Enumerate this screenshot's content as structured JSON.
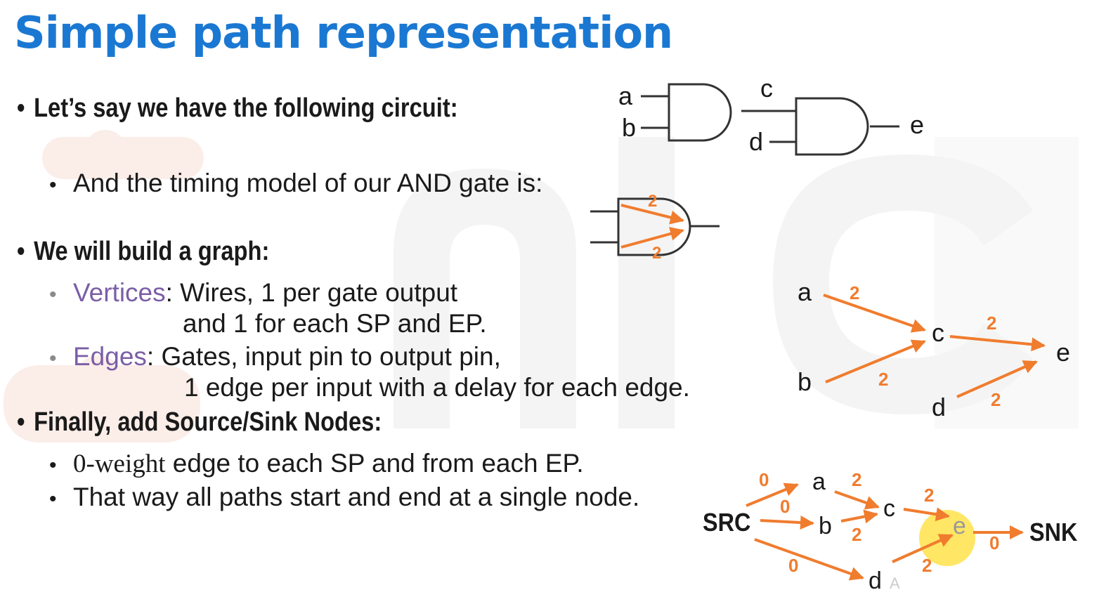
{
  "slide": {
    "title": "Simple path representation",
    "bullet_circuit": "Let’s say we have the following circuit:",
    "sub_timing": "And the timing model of our AND gate is:",
    "bullet_graph": "We will build a graph:",
    "vertices_label": "Vertices",
    "vertices_text": ": Wires, 1 per gate output",
    "vertices_cont": "and 1 for each SP and EP.",
    "edges_label": "Edges",
    "edges_text": ":   Gates, input pin to output pin,",
    "edges_cont": "1 edge per input with a delay for each edge.",
    "bullet_final": "Finally, add Source/Sink Nodes:",
    "sub_zero_weight": "0-weight",
    "sub_zero_rest": " edge to each SP and from each EP.",
    "sub_paths": "That way all paths start and end at a single node.",
    "bullet_char": "•"
  },
  "circuit": {
    "a": "a",
    "b": "b",
    "c": "c",
    "d": "d",
    "e": "e"
  },
  "timing_model": {
    "delay_top": "2",
    "delay_bottom": "2"
  },
  "graph": {
    "nodes": {
      "a": "a",
      "b": "b",
      "c": "c",
      "d": "d",
      "e": "e"
    },
    "weights": {
      "a_c": "2",
      "b_c": "2",
      "c_e": "2",
      "d_e": "2"
    }
  },
  "src_sink_graph": {
    "src": "SRC",
    "snk": "SNK",
    "nodes": {
      "a": "a",
      "b": "b",
      "c": "c",
      "d": "d",
      "e": "e"
    },
    "weights": {
      "src_a": "0",
      "src_b": "0",
      "src_d": "0",
      "a_c": "2",
      "b_c": "2",
      "c_e": "2",
      "d_e": "2",
      "e_snk": "0"
    },
    "cursor_mark": "A"
  },
  "colors": {
    "title": "#1a78d2",
    "edge": "#f07c2e",
    "purple": "#7b5ea6",
    "highlight": "#ffe24a"
  }
}
